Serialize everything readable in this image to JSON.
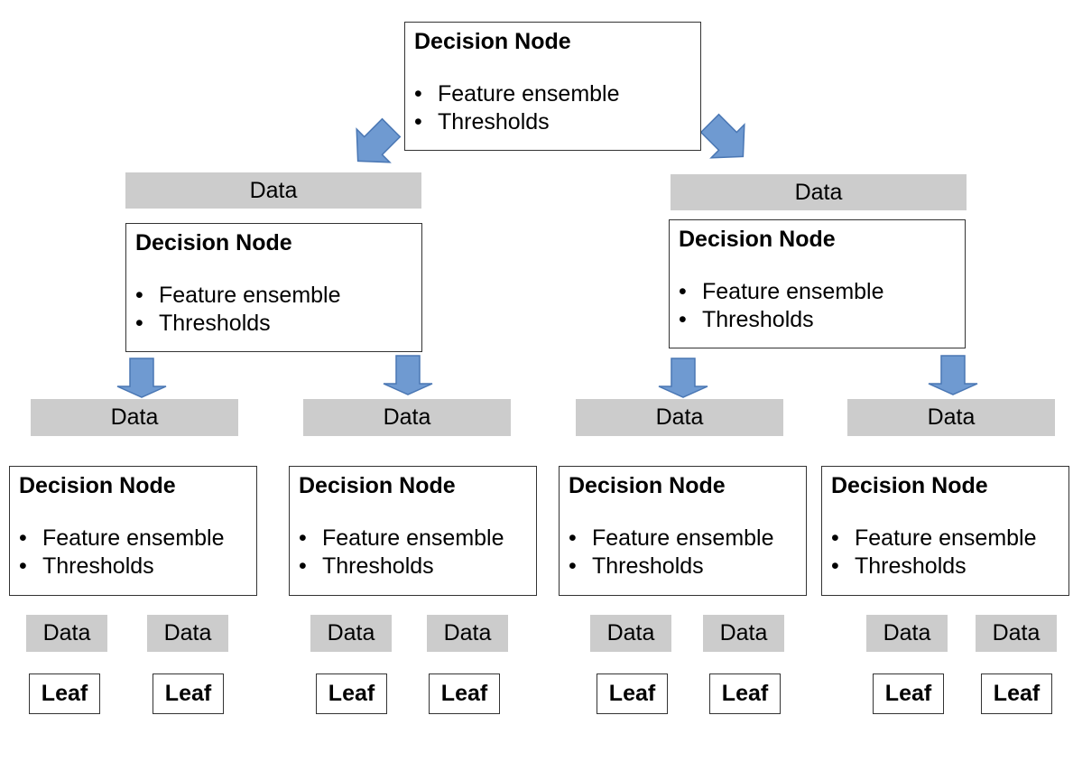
{
  "colors": {
    "arrow_fill": "#6f9ad1",
    "arrow_stroke": "#4a77b4",
    "data_bar": "#cccccc",
    "node_border": "#333333"
  },
  "arrow_icon": "down-arrow-icon",
  "root": {
    "title": "Decision Node",
    "bullets": [
      "Feature ensemble",
      "Thresholds"
    ]
  },
  "level1": [
    {
      "data_label": "Data",
      "title": "Decision Node",
      "bullets": [
        "Feature ensemble",
        "Thresholds"
      ]
    },
    {
      "data_label": "Data",
      "title": "Decision Node",
      "bullets": [
        "Feature ensemble",
        "Thresholds"
      ]
    }
  ],
  "level2": [
    {
      "data_label": "Data",
      "title": "Decision Node",
      "bullets": [
        "Feature ensemble",
        "Thresholds"
      ],
      "children": [
        {
          "data_label": "Data",
          "leaf_label": "Leaf"
        },
        {
          "data_label": "Data",
          "leaf_label": "Leaf"
        }
      ]
    },
    {
      "data_label": "Data",
      "title": "Decision Node",
      "bullets": [
        "Feature ensemble",
        "Thresholds"
      ],
      "children": [
        {
          "data_label": "Data",
          "leaf_label": "Leaf"
        },
        {
          "data_label": "Data",
          "leaf_label": "Leaf"
        }
      ]
    },
    {
      "data_label": "Data",
      "title": "Decision Node",
      "bullets": [
        "Feature ensemble",
        "Thresholds"
      ],
      "children": [
        {
          "data_label": "Data",
          "leaf_label": "Leaf"
        },
        {
          "data_label": "Data",
          "leaf_label": "Leaf"
        }
      ]
    },
    {
      "data_label": "Data",
      "title": "Decision Node",
      "bullets": [
        "Feature ensemble",
        "Thresholds"
      ],
      "children": [
        {
          "data_label": "Data",
          "leaf_label": "Leaf"
        },
        {
          "data_label": "Data",
          "leaf_label": "Leaf"
        }
      ]
    }
  ]
}
